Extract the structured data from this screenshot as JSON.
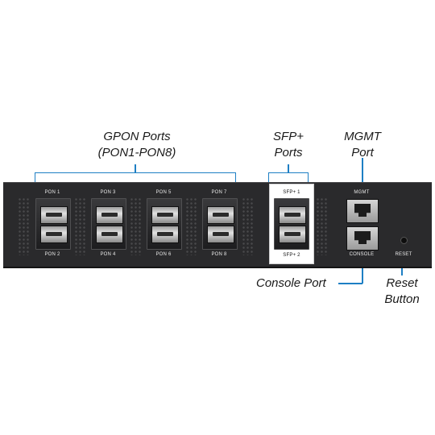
{
  "callouts": {
    "gpon_line1": "GPON Ports",
    "gpon_line2": "(PON1-PON8)",
    "sfp_line1": "SFP+",
    "sfp_line2": "Ports",
    "mgmt_line1": "MGMT",
    "mgmt_line2": "Port",
    "console": "Console Port",
    "reset_line1": "Reset",
    "reset_line2": "Button"
  },
  "panel": {
    "gpon_top": [
      "PON 1",
      "PON 3",
      "PON 5",
      "PON 7"
    ],
    "gpon_bottom": [
      "PON 2",
      "PON 4",
      "PON 6",
      "PON 8"
    ],
    "sfp_top": "SFP+ 1",
    "sfp_bottom": "SFP+ 2",
    "mgmt_label": "MGMT",
    "console_label": "CONSOLE",
    "reset_label": "RESET"
  },
  "colors": {
    "callout_line": "#1e7fc4",
    "chassis": "#2a2a2c"
  }
}
